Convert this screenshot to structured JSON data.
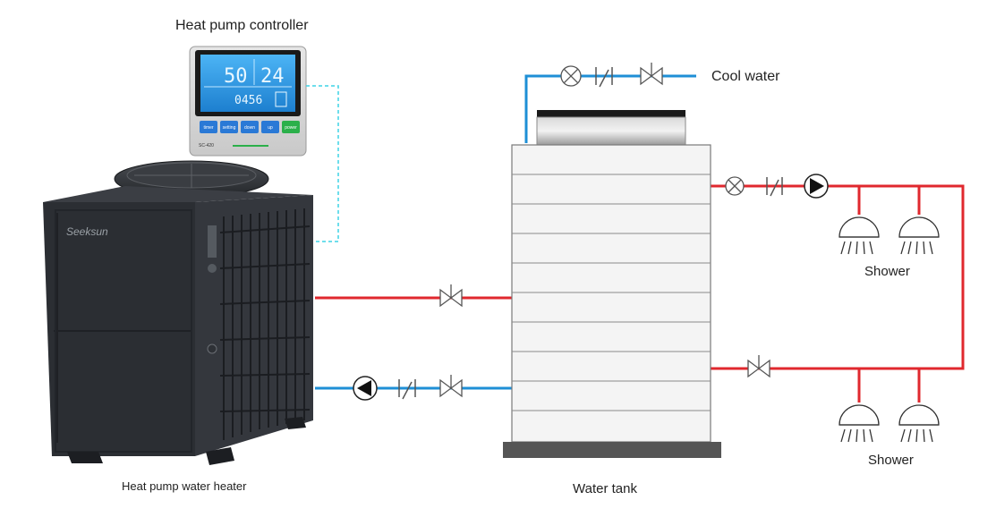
{
  "labels": {
    "controller_title": "Heat pump controller",
    "cool_water": "Cool water",
    "shower_top": "Shower",
    "shower_bottom": "Shower",
    "heater": "Heat pump water heater",
    "tank": "Water tank"
  },
  "controller": {
    "display_left": "50",
    "display_right": "24",
    "display_bottom": "0456",
    "buttons": [
      "timer",
      "setting",
      "down",
      "up",
      "power"
    ],
    "model": "SC-420"
  },
  "heater_brand": "Seeksun",
  "colors": {
    "hot_pipe": "#e0282e",
    "cold_pipe": "#1e8fd6",
    "signal_line": "#3fd3e6",
    "heater_body": "#2b2e33",
    "tank_fill": "#f4f4f4",
    "tank_base": "#555555",
    "lcd": "#2a9be8",
    "power_button": "#2bb04a",
    "button": "#2a79d6"
  },
  "icons": [
    "ball-valve-icon",
    "check-valve-icon",
    "gate-valve-icon",
    "pump-icon",
    "shower-head-icon",
    "fan-icon"
  ]
}
